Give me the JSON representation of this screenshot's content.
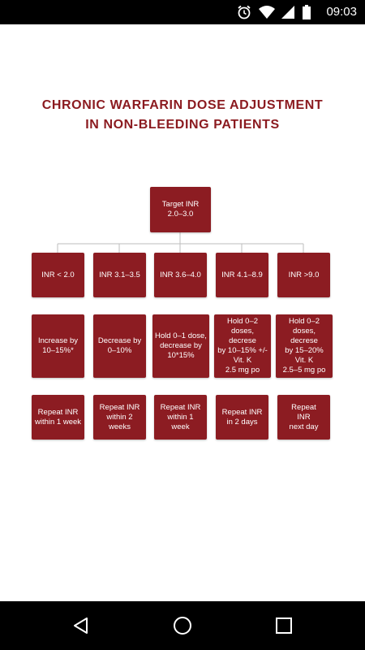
{
  "status_bar": {
    "time": "09:03",
    "icons": [
      "alarm-icon",
      "wifi-icon",
      "cellular-signal-icon",
      "battery-icon"
    ]
  },
  "title": {
    "line1": "CHRONIC WARFARIN DOSE ADJUSTMENT",
    "line2": "IN NON-BLEEDING PATIENTS"
  },
  "flowchart": {
    "root": {
      "line1": "Target INR",
      "line2": "2.0–3.0"
    },
    "columns": [
      {
        "range": "INR < 2.0",
        "action": [
          "Increase by",
          "10–15%*"
        ],
        "followup": [
          "Repeat INR",
          "within 1 week"
        ]
      },
      {
        "range": "INR 3.1–3.5",
        "action": [
          "Decrease by",
          "0–10%"
        ],
        "followup": [
          "Repeat INR",
          "within 2",
          "weeks"
        ]
      },
      {
        "range": "INR 3.6–4.0",
        "action": [
          "Hold 0–1 dose,",
          "decrease by",
          "10*15%"
        ],
        "followup": [
          "Repeat INR",
          "within 1",
          "week"
        ]
      },
      {
        "range": "INR 4.1–8.9",
        "action": [
          "Hold 0–2",
          "doses, decrese",
          "by 10–15% +/-",
          "Vit. K",
          "2.5 mg po"
        ],
        "followup": [
          "Repeat INR",
          "in 2 days"
        ]
      },
      {
        "range": "INR >9.0",
        "action": [
          "Hold 0–2",
          "doses, decrese",
          "by 15–20%",
          "Vit. K",
          "2.5–5 mg po"
        ],
        "followup": [
          "Repeat",
          "INR",
          "next day"
        ]
      }
    ]
  },
  "colors": {
    "accent": "#8c1c22",
    "title": "#8b1a1f",
    "connector": "#bdbdbd"
  },
  "nav_bar": {
    "icons": [
      "back-icon",
      "home-icon",
      "recents-icon"
    ]
  }
}
